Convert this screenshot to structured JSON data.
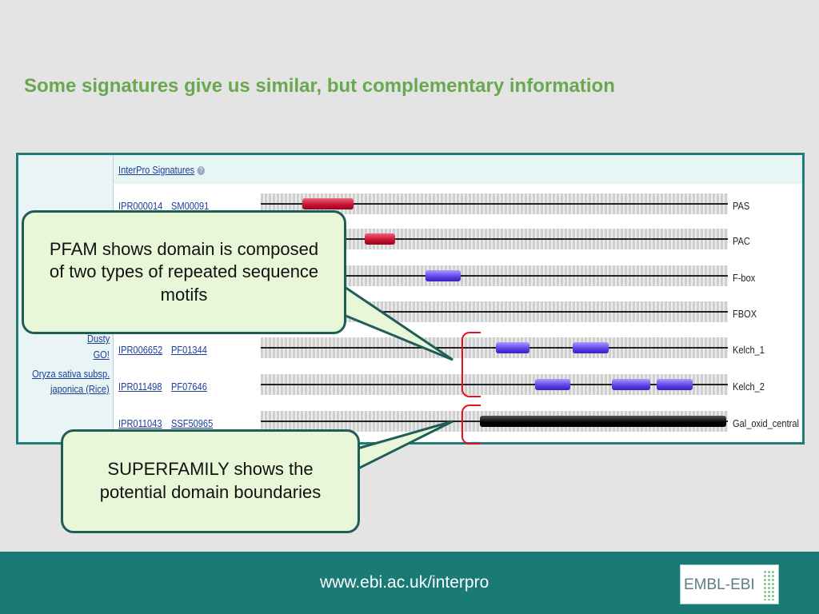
{
  "title": "Some signatures give us similar, but complementary information",
  "panel": {
    "header_label": "InterPro Signatures",
    "left_links": [
      "Dusty",
      "GO!",
      "Oryza sativa subsp.",
      "japonica (Rice)"
    ],
    "rows": [
      {
        "accession": "IPR000014",
        "signature": "SM00091",
        "name": "PAS"
      },
      {
        "accession": "",
        "signature": "",
        "name": "PAC"
      },
      {
        "accession": "",
        "signature": "",
        "name": "F-box"
      },
      {
        "accession": "",
        "signature": "",
        "name": "FBOX"
      },
      {
        "accession": "IPR006652",
        "signature": "PF01344",
        "name": "Kelch_1"
      },
      {
        "accession": "IPR011498",
        "signature": "PF07646",
        "name": "Kelch_2"
      },
      {
        "accession": "IPR011043",
        "signature": "SSF50965",
        "name": "Gal_oxid_central"
      }
    ]
  },
  "callouts": {
    "pfam": "PFAM shows domain is composed of two types of repeated sequence motifs",
    "superfamily": "SUPERFAMILY shows the potential domain boundaries"
  },
  "footer": {
    "url": "www.ebi.ac.uk/interpro"
  },
  "logo": {
    "text": "EMBL-EBI"
  }
}
